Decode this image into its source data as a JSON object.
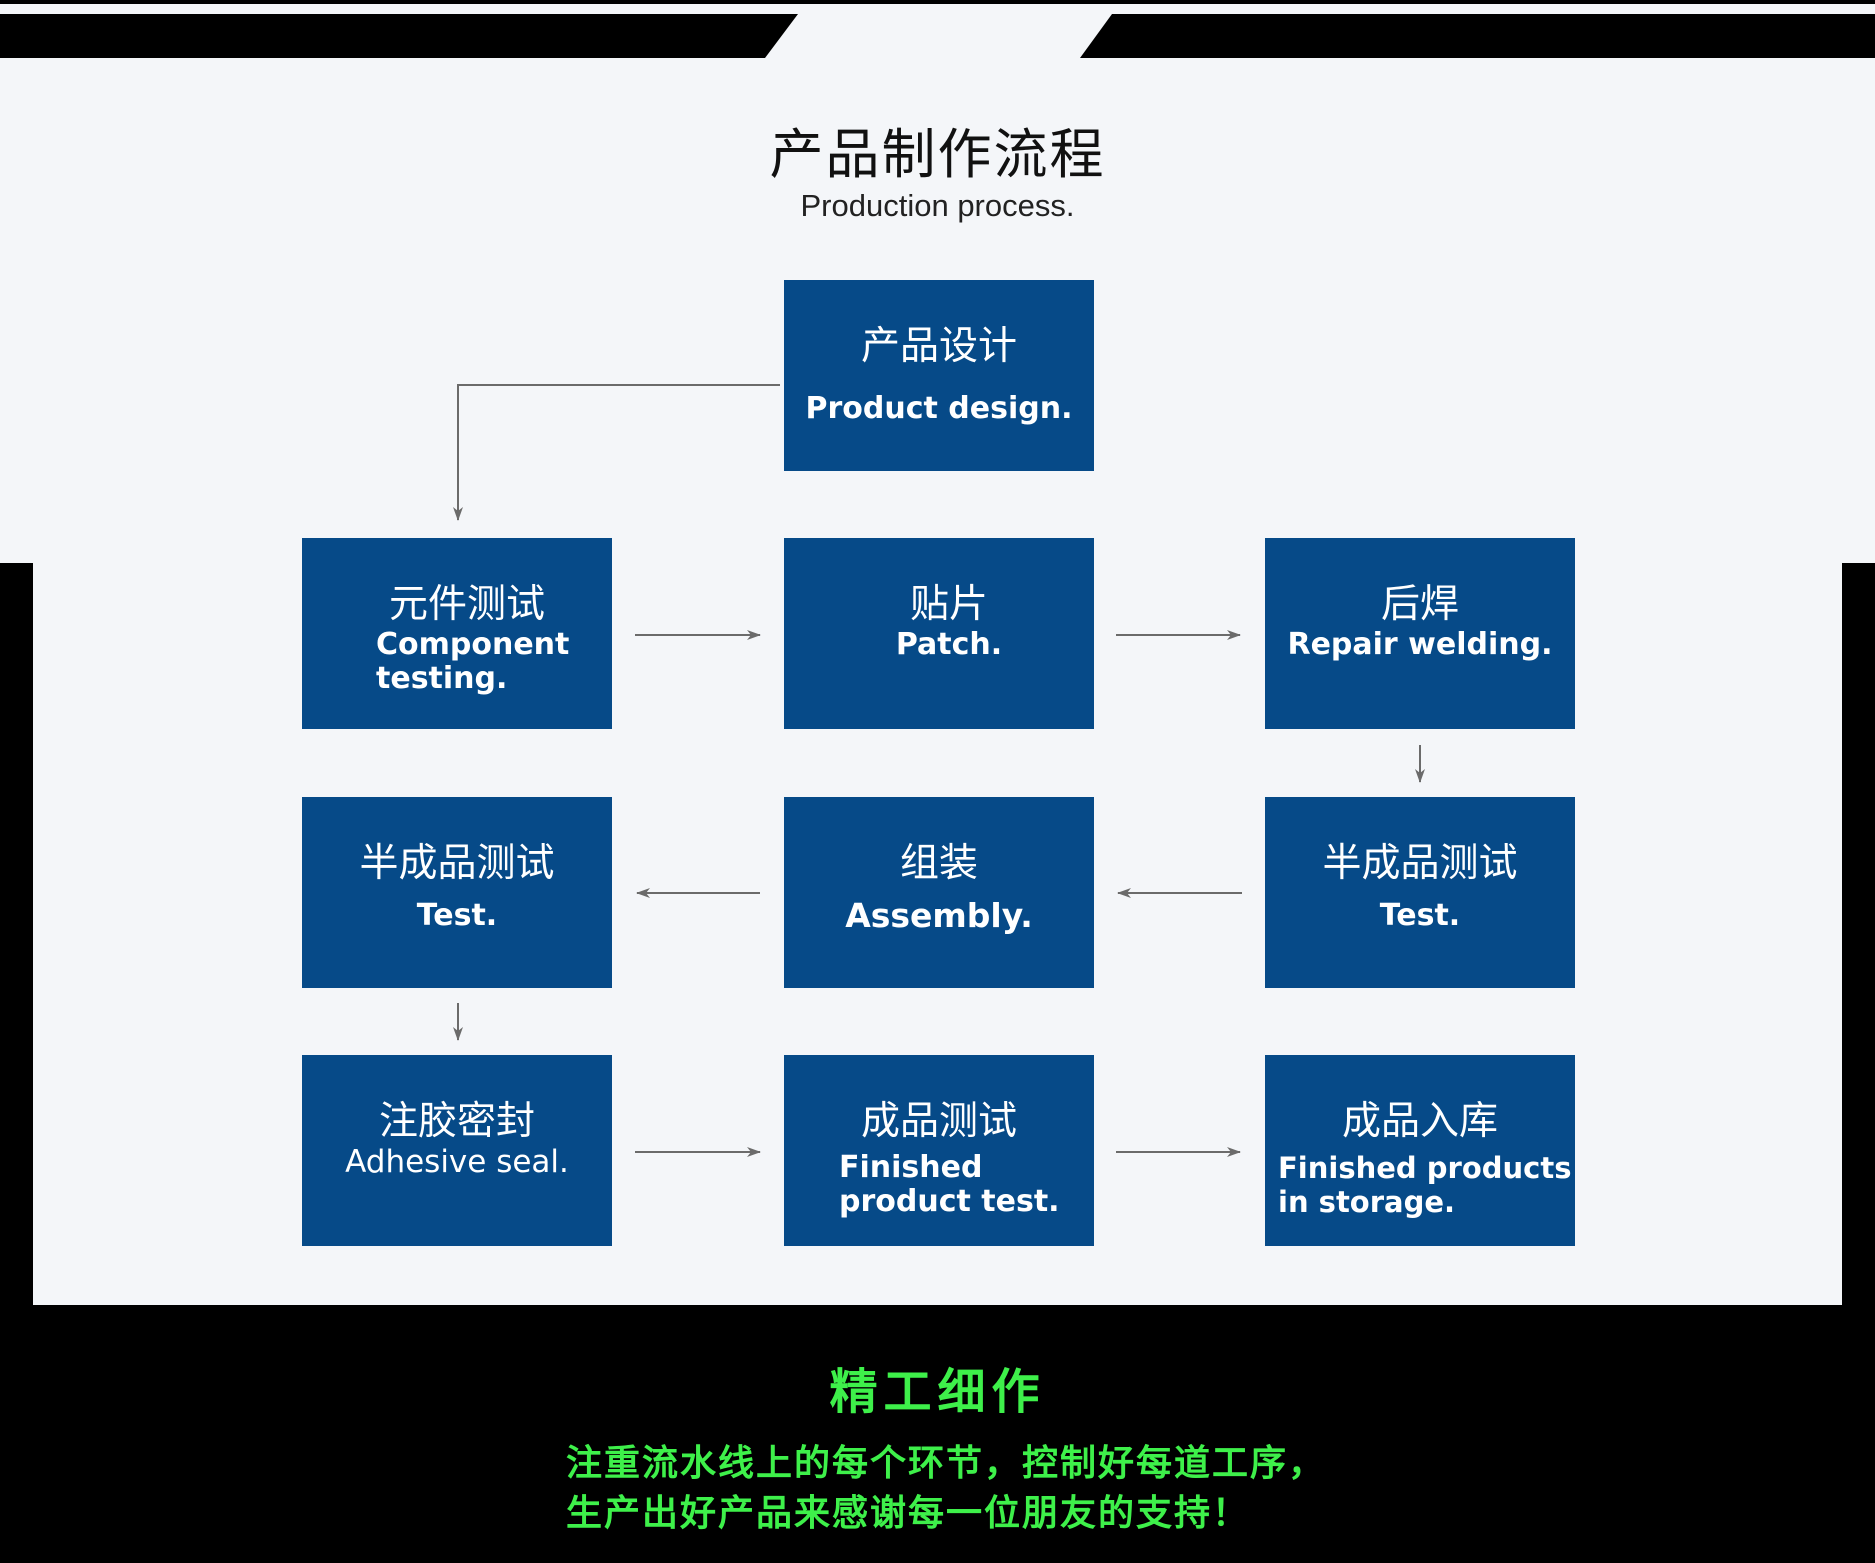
{
  "header": {
    "title_cn": "产品制作流程",
    "title_en": "Production process."
  },
  "colors": {
    "node_fill": "#064a88",
    "panel_bg": "#f4f6f9",
    "page_bg": "#000000",
    "arrow": "#6b6b6b",
    "slogan": "#3ef04a"
  },
  "nodes": {
    "design": {
      "cn": "产品设计",
      "en": "Product design."
    },
    "component": {
      "cn": "元件测试",
      "en": "Component\ntesting."
    },
    "patch": {
      "cn": "贴片",
      "en": "Patch."
    },
    "repair": {
      "cn": "后焊",
      "en": "Repair welding."
    },
    "semi_test_right": {
      "cn": "半成品测试",
      "en": "Test."
    },
    "assembly": {
      "cn": "组装",
      "en": "Assembly."
    },
    "semi_test_left": {
      "cn": "半成品测试",
      "en": "Test."
    },
    "adhesive": {
      "cn": "注胶密封",
      "en": "Adhesive seal."
    },
    "finished_test": {
      "cn": "成品测试",
      "en": "Finished\nproduct test."
    },
    "storage": {
      "cn": "成品入库",
      "en": "Finished products\nin storage."
    }
  },
  "slogan": {
    "title": "精工细作",
    "line1": "注重流水线上的每个环节，控制好每道工序，",
    "line2": "生产出好产品来感谢每一位朋友的支持！"
  }
}
